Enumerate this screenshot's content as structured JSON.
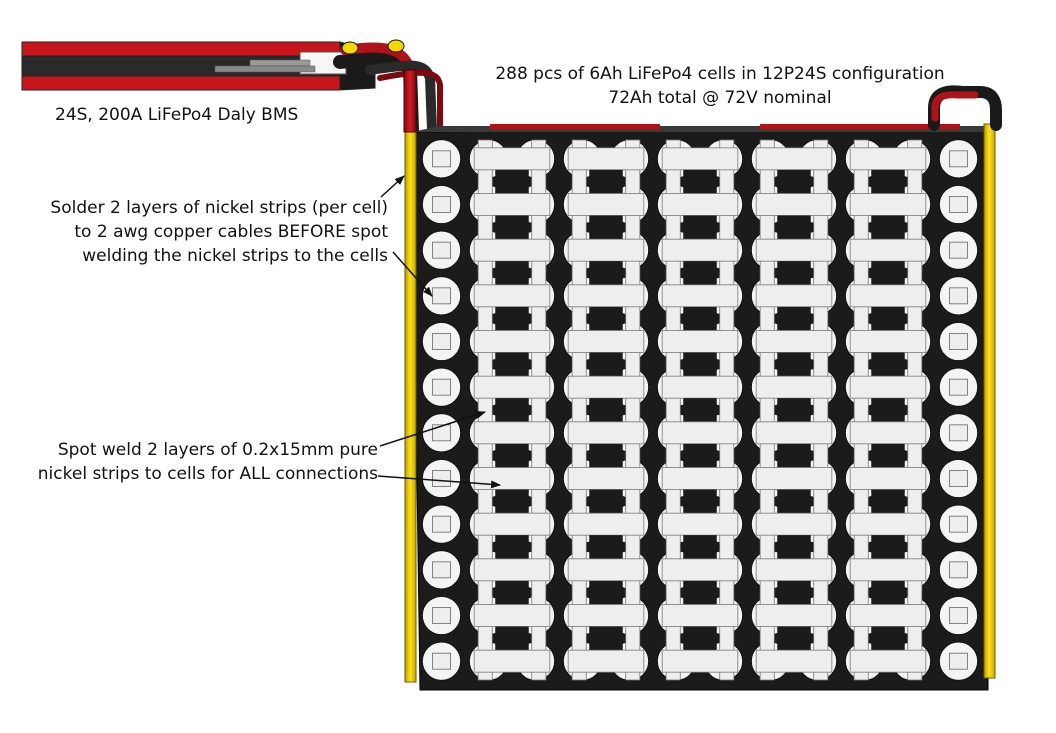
{
  "labels": {
    "bms": "24S, 200A LiFePo4 Daly BMS",
    "pack_line1": "288 pcs of 6Ah LiFePo4 cells in 12P24S configuration",
    "pack_line2": "72Ah total @ 72V nominal",
    "solder_line1": "Solder 2 layers of nickel strips (per cell)",
    "solder_line2": "to 2 awg copper cables BEFORE spot",
    "solder_line3": "welding the nickel strips to the cells",
    "weld_line1": "Spot weld 2 layers of 0.2x15mm pure",
    "weld_line2": "nickel strips to cells for ALL connections"
  },
  "colors": {
    "background": "#ffffff",
    "cell_holder": "#1b1b1b",
    "nickel_strip": "#eeeeee",
    "cable_yellow": "#f2d400",
    "cable_red": "#c0141b",
    "bms_black": "#222222",
    "cell_top": "#f4f4f4"
  },
  "icons": {
    "bms": "bms-module-icon",
    "battery_pack": "battery-pack-icon"
  }
}
